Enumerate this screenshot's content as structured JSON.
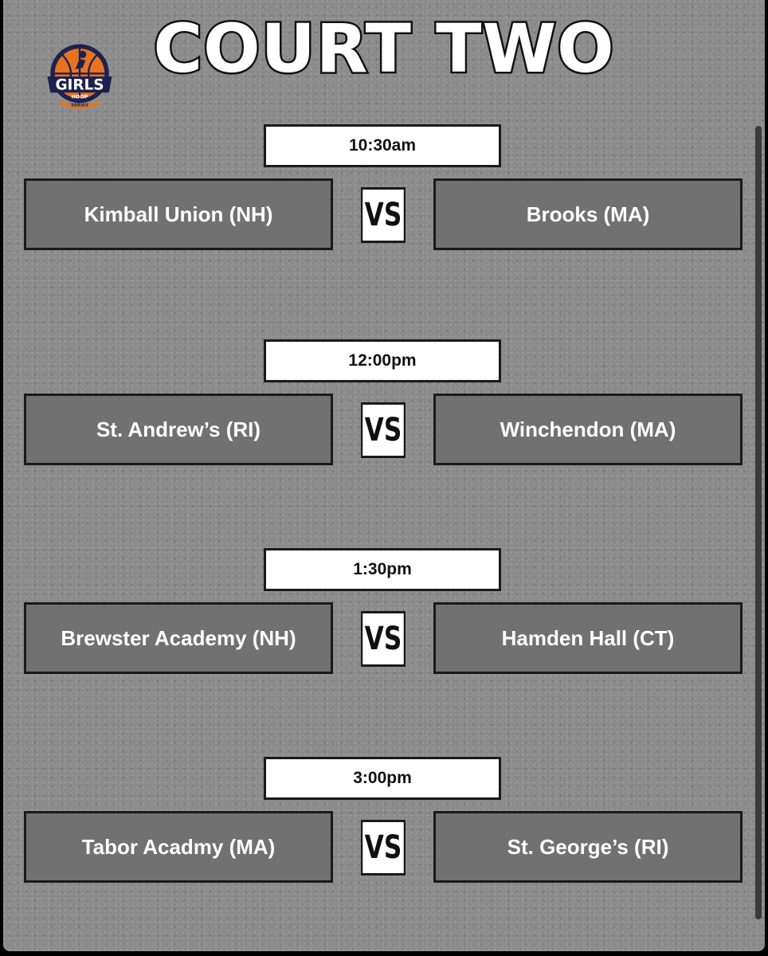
{
  "title": "COURT TWO",
  "logo": {
    "main": "GIRLS",
    "line1": "HOOP",
    "line2": "SERIES"
  },
  "vs_label": "VS",
  "games": [
    {
      "time": "10:30am",
      "home": "Kimball Union (NH)",
      "away": "Brooks (MA)"
    },
    {
      "time": "12:00pm",
      "home": "St. Andrew’s (RI)",
      "away": "Winchendon (MA)"
    },
    {
      "time": "1:30pm",
      "home": "Brewster Academy (NH)",
      "away": "Hamden Hall (CT)"
    },
    {
      "time": "3:00pm",
      "home": "Tabor Acadmy (MA)",
      "away": "St. George’s (RI)"
    }
  ],
  "colors": {
    "background": "#8a8a8a",
    "team_box": "#717171",
    "logo_orange": "#e7731f",
    "logo_navy": "#1d2150"
  }
}
